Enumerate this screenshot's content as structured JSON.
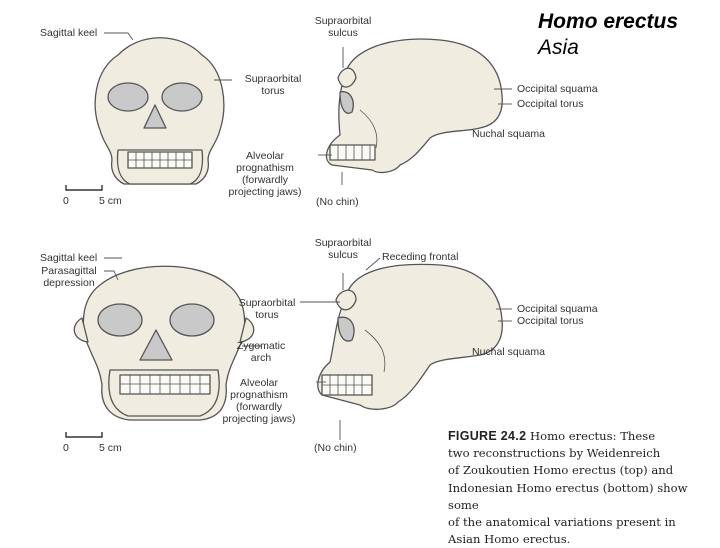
{
  "slide": {
    "title": "Homo erectus",
    "subtitle": "Asia"
  },
  "top": {
    "sagittal_keel": "Sagittal keel",
    "supraorbital_sulcus": [
      "Supraorbital",
      "sulcus"
    ],
    "supraorbital_torus": [
      "Supraorbital",
      "torus"
    ],
    "occipital_squama": "Occipital squama",
    "occipital_torus": "Occipital torus",
    "nuchal_squama": "Nuchal squama",
    "alveolar": [
      "Alveolar",
      "prognathism",
      "(forwardly",
      "projecting jaws)"
    ],
    "no_chin": "(No chin)",
    "scale": {
      "zero": "0",
      "five": "5 cm"
    }
  },
  "bottom": {
    "sagittal_keel": "Sagittal keel",
    "parasagittal": [
      "Parasagittal",
      "depression"
    ],
    "supraorbital_sulcus": [
      "Supraorbital",
      "sulcus"
    ],
    "receding_frontal": "Receding frontal",
    "supraorbital_torus": [
      "Supraorbital",
      "torus"
    ],
    "zygomatic": [
      "Zygomatic",
      "arch"
    ],
    "occipital_squama": "Occipital squama",
    "occipital_torus": "Occipital torus",
    "nuchal_squama": "Nuchal squama",
    "alveolar": [
      "Alveolar",
      "prognathism",
      "(forwardly",
      "projecting jaws)"
    ],
    "no_chin": "(No chin)",
    "scale": {
      "zero": "0",
      "five": "5 cm"
    }
  },
  "caption": {
    "figure": "FIGURE 24.2",
    "line1": "Homo erectus: These",
    "line2": "two reconstructions by Weidenreich",
    "line3": "of Zoukoutien Homo erectus (top) and",
    "line4": "Indonesian Homo erectus (bottom) show some",
    "line5": "of the anatomical variations present in",
    "line6": "Asian Homo erectus."
  },
  "colors": {
    "bone": "#f1ece0",
    "orbit": "#c9c9c9",
    "line": "#555555"
  }
}
